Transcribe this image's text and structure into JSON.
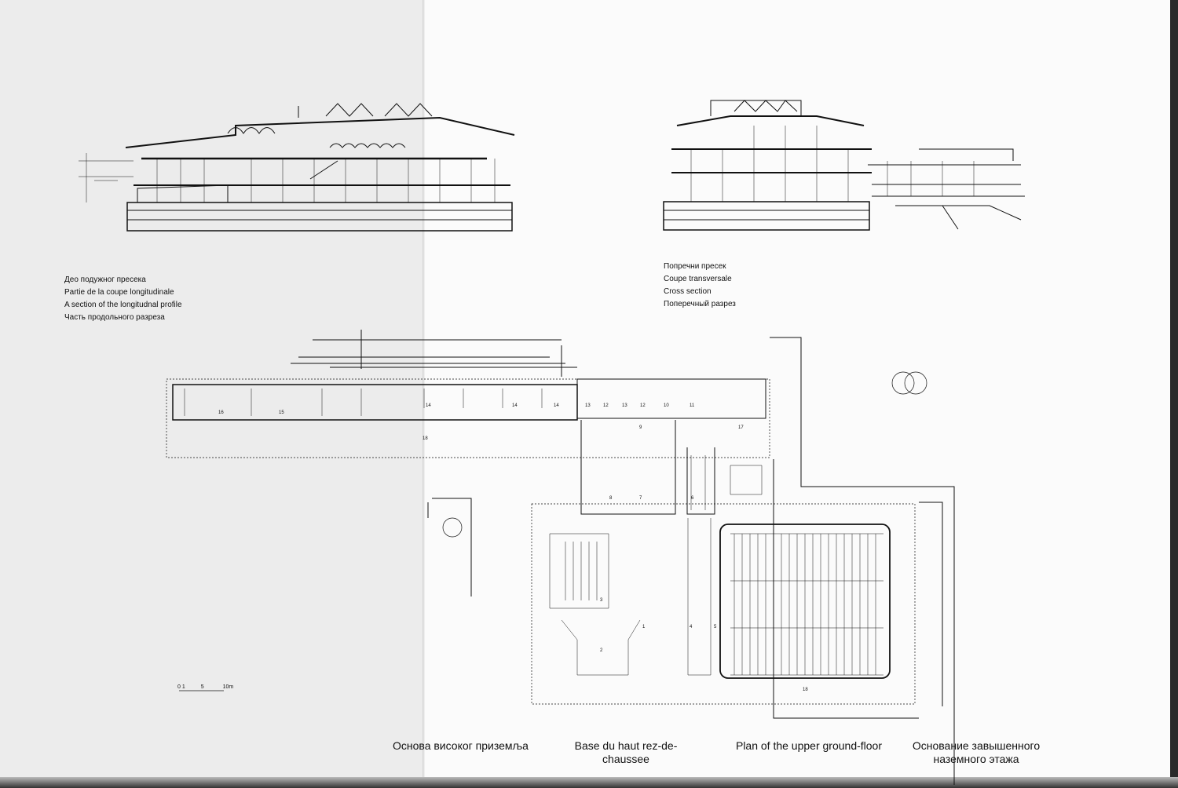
{
  "longitudinal_caption": [
    "Део подужног пресека",
    "Partie de la coupe longitudinale",
    "A section of the longitudnal profile",
    "Часть продольного разреза"
  ],
  "cross_caption": [
    "Попречни пресек",
    "Coupe transversale",
    "Cross section",
    "Поперечный разрез"
  ],
  "scale_bar": {
    "labels": [
      "0",
      "1",
      "5",
      "10m"
    ]
  },
  "plan_title": {
    "serbian": "Основа високог приземља",
    "french": "Base du haut rez-de-chaussee",
    "english": "Plan of the upper ground-floor",
    "russian": "Основание завышенного наземного этажа"
  },
  "room_numbers": [
    "16",
    "15",
    "14",
    "14",
    "14",
    "13",
    "12",
    "13",
    "12",
    "11",
    "10",
    "9",
    "8",
    "7",
    "6",
    "5",
    "4",
    "3",
    "2",
    "1",
    "17",
    "18",
    "18"
  ]
}
